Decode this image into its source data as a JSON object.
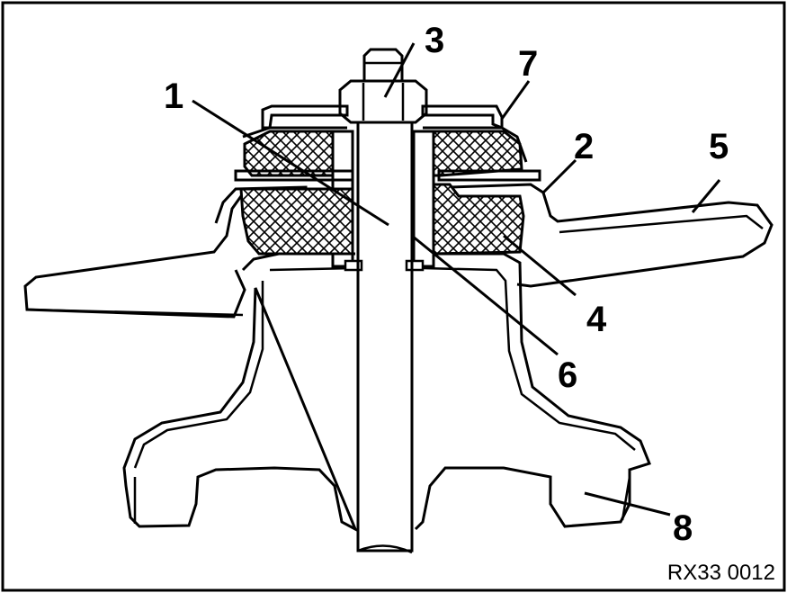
{
  "figure": {
    "reference": "RX33 0012",
    "callouts": {
      "c1": "1",
      "c2": "2",
      "c3": "3",
      "c4": "4",
      "c5": "5",
      "c6": "6",
      "c7": "7",
      "c8": "8"
    }
  },
  "colors": {
    "ink": "#000000",
    "paper": "#ffffff",
    "rubber_hatch": "#000000"
  }
}
